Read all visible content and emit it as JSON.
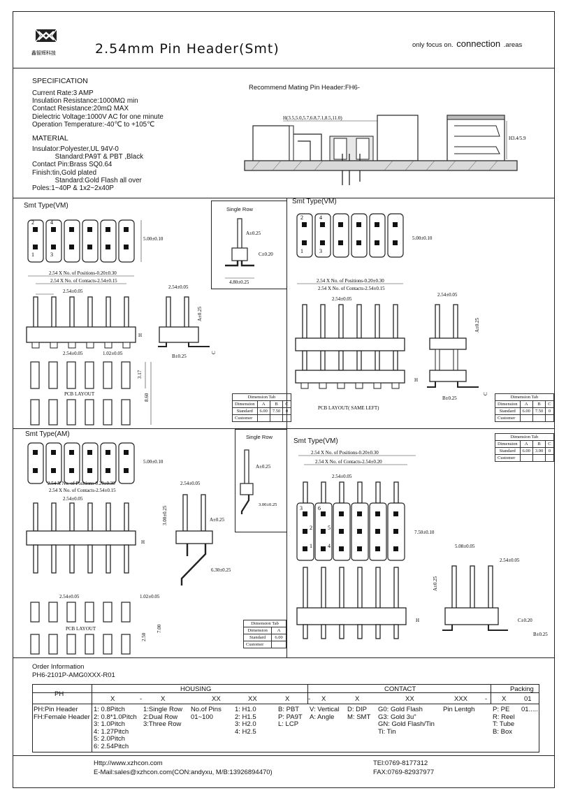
{
  "header": {
    "company_cn": "鑫智辉科技",
    "title": "2.54mm Pin Header(Smt)",
    "slogan_prefix": "only focus on.",
    "slogan_main": "connection",
    "slogan_suffix": ".areas"
  },
  "spec": {
    "heading": "SPECIFICATION",
    "lines": [
      "Current Rate:3 AMP",
      "Insulation Resistance:1000MΩ  min",
      "Contact Resistance:20mΩ  MAX",
      "Dielectric Voltage:1000V AC for one minute",
      "Operation Temperature:-40℃ to +105℃"
    ],
    "material_heading": "MATERIAL",
    "material_lines": [
      "Insulator:Polyester,UL 94V-0",
      "            Standard:PA9T & PBT ,Black",
      "Contact Pin:Brass SQ0.64",
      "Finish:tin,Gold plated",
      "            Standard:Gold Flash all over",
      "Poles:1~40P & 1x2~2x40P"
    ]
  },
  "mating": {
    "title": "Recommend Mating Pin Header:FH6-",
    "dim_h": "H(3.5,5.0,5.7,6.8,7.1,8.5,11.0)",
    "dim_h2": "H3.4/5.9"
  },
  "panels": {
    "vm1_title": "Smt Type(VM)",
    "vm2_title": "Smt Type(VM)",
    "am_title": "Smt Type(AM)",
    "vm3_title": "Smt Type(VM)",
    "single_row": "Single Row",
    "single_row2": "Single Row",
    "pcb_layout": "PCB LAYOUT",
    "pcb_layout_same": "PCB LAYOUT( SAME LEFT)",
    "pcb_layout3": "PCB LAYOUT"
  },
  "dims": {
    "pos": "2.54 X No. of Positions-0.20±0.30",
    "contacts": "2.54 X No. of Contacts-2.54±0.15",
    "contacts2": "2.54 X No. of Contacts-2.54±0.20",
    "p254": "2.54±0.05",
    "p500": "5.00±0.10",
    "p102": "1.02±0.05",
    "p317": "3.17",
    "p860": "8.60",
    "p250": "2.50",
    "p700": "7.00",
    "p300": "3.00±0.25",
    "p630": "6.30±0.25",
    "p750": "7.50±0.10",
    "p508": "5.08±0.05",
    "p480": "4.80±0.25",
    "a025": "A±0.25",
    "b025": "B±0.25",
    "c020": "C±0.20",
    "h": "H",
    "c": "C"
  },
  "dimension_tables": [
    {
      "title": "Dimension Tab",
      "headers": [
        "Dimension",
        "A",
        "B",
        "C"
      ],
      "standard": [
        "Standard",
        "6.00",
        "7.50",
        "0"
      ],
      "customer": "Customer"
    },
    {
      "title": "Dimension Tab",
      "headers": [
        "Dimension",
        "A",
        "B",
        "C"
      ],
      "standard": [
        "Standard",
        "6.00",
        "7.50",
        "0"
      ],
      "customer": "Customer"
    },
    {
      "title": "Dimension Tab",
      "headers": [
        "Dimension",
        "A",
        "B",
        "C"
      ],
      "standard": [
        "Standard",
        "6.00",
        "3.00",
        "0"
      ],
      "customer": "Customer"
    },
    {
      "title": "Dimension Tab",
      "headers": [
        "Dimension",
        "A"
      ],
      "standard": [
        "Standard",
        "6.00"
      ],
      "customer": "Customer"
    }
  ],
  "order": {
    "heading": "Order Information",
    "code": "PH6-2101P-AMG0XXX-R01",
    "col_ph": "PH",
    "col_housing": "HOUSING",
    "col_contact": "CONTACT",
    "col_packing": "Packing",
    "codes": [
      "X",
      "-",
      "X",
      "XX",
      "XX",
      "X",
      "-",
      "X",
      "X",
      "XX",
      "XXX",
      "-",
      "X",
      "01"
    ],
    "c1": "PH:Pin Header\nFH:Female Header",
    "c2": "1: 0.8Pitch\n2: 0.8*1.0Pitch\n3: 1.0Pitch\n4: 1.27Pitch\n5: 2.0Pitch\n6: 2.54Pitch",
    "c3": "1:Single Row\n2:Dual Row\n3:Three Row",
    "c4": "No.of Pins\n01~100",
    "c5": "1: H1.0\n2: H1.5\n3: H2.0\n4: H2.5",
    "c6": "B: PBT\nP: PA9T\nL: LCP",
    "c7": "V: Vertical\nA: Angle",
    "c8": "D: DIP\nM: SMT",
    "c9": "G0: Gold Flash\nG3: Gold 3u\"\nGN: Gold Flash/Tin\nTi: Tin",
    "c10": "Pin Lentgh",
    "c11": "P: PE\nR: Reel\nT: Tube\nB: Box",
    "c12": "01....."
  },
  "footer": {
    "http": "Http://www.xzhcon.com",
    "email": "E-Mail:sales@xzhcon.com(CON:andyxu, M/B:13926894470)",
    "tel": "TEl:0769-8177312",
    "fax": "FAX:0769-82937977"
  }
}
